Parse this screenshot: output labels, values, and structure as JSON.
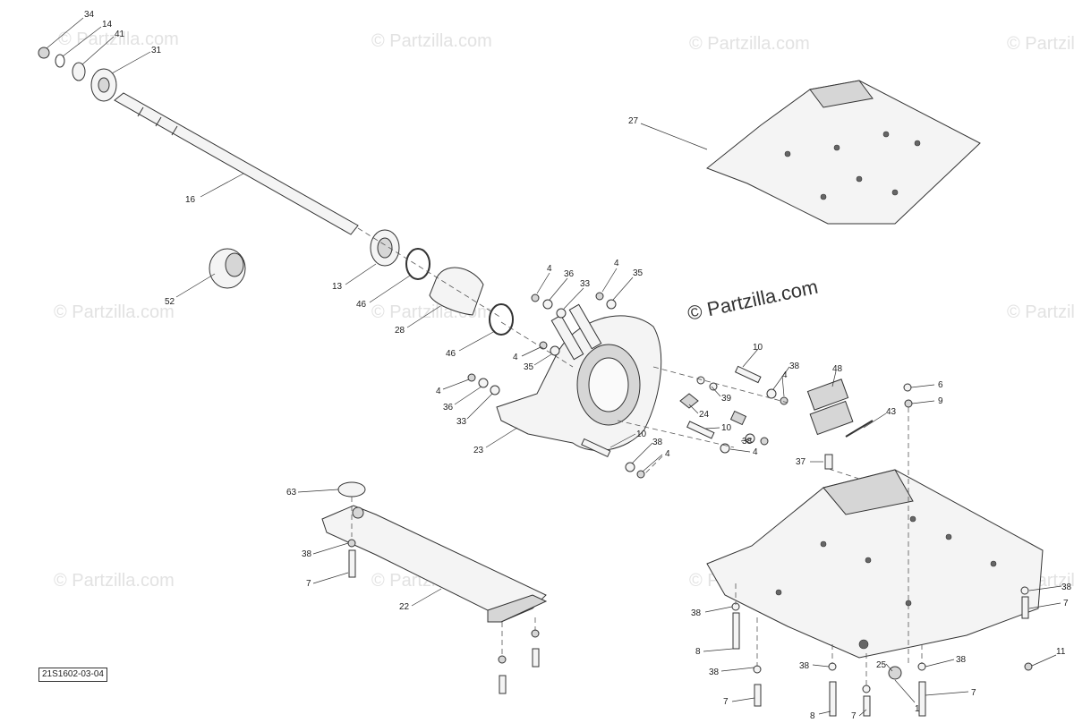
{
  "watermarks": {
    "faint": "© Partzilla.com",
    "main": "© Partzilla.com"
  },
  "diagram": {
    "reference_code": "21S1602-03-04",
    "callouts": {
      "c34": "34",
      "c14": "14",
      "c41": "41",
      "c31": "31",
      "c16": "16",
      "c27": "27",
      "c52": "52",
      "c13": "13",
      "c46a": "46",
      "c28": "28",
      "c46b": "46",
      "c4a": "4",
      "c36a": "36",
      "c33a": "33",
      "c4b": "4",
      "c35a": "35",
      "c4c": "4",
      "c35b": "35",
      "c4d": "4",
      "c36b": "36",
      "c33b": "33",
      "c23": "23",
      "c10a": "10",
      "c38a": "38",
      "c4e": "4",
      "c39": "39",
      "c24": "24",
      "c10b": "10",
      "c38b": "38",
      "c4f": "4",
      "c10c": "10",
      "c38c": "38",
      "c4g": "4",
      "c48": "48",
      "c6": "6",
      "c9": "9",
      "c43": "43",
      "c37": "37",
      "c63": "63",
      "c38d": "38",
      "c7a": "7",
      "c22": "22",
      "c38e": "38",
      "c7b": "7",
      "c38f": "38",
      "c8a": "8",
      "c38g": "38",
      "c7c": "7",
      "c38h": "38",
      "c8b": "8",
      "c25": "25",
      "c38i": "38",
      "c7d": "7",
      "c7e": "7",
      "c1": "1",
      "c11": "11"
    }
  }
}
